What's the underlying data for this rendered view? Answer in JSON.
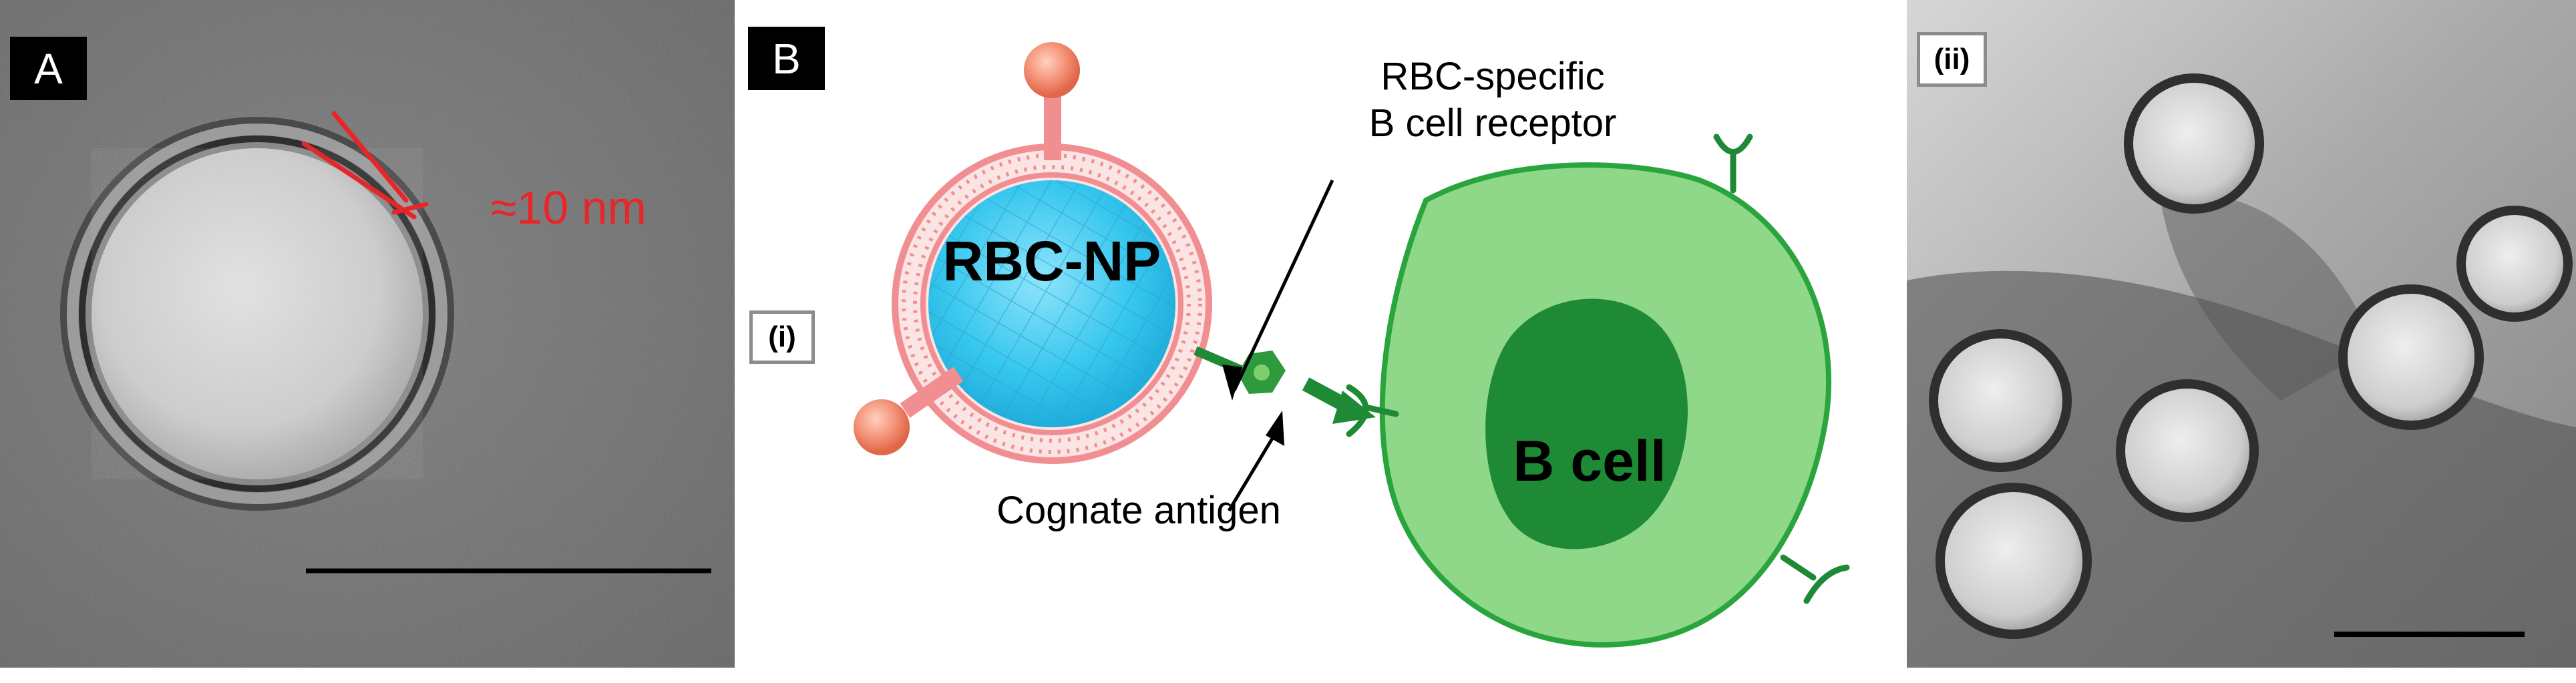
{
  "panel_a": {
    "label": "A",
    "measure_text": "≈10 nm",
    "measure_color": "#e8262a"
  },
  "panel_b": {
    "label": "B",
    "sub_label": "(i)",
    "receptor_label_line1": "RBC-specific",
    "receptor_label_line2": "B cell receptor",
    "nanoparticle_label": "RBC-NP",
    "antigen_label": "Cognate antigen",
    "cell_label": "B cell",
    "colors": {
      "membrane": "#f08e92",
      "core": "#35c6ee",
      "antigen": "#2e9a3d",
      "cell_outer": "#8fd88a",
      "cell_inner": "#1f8a36",
      "cell_edge": "#2aa53d"
    }
  },
  "panel_ii": {
    "label": "(ii)"
  }
}
